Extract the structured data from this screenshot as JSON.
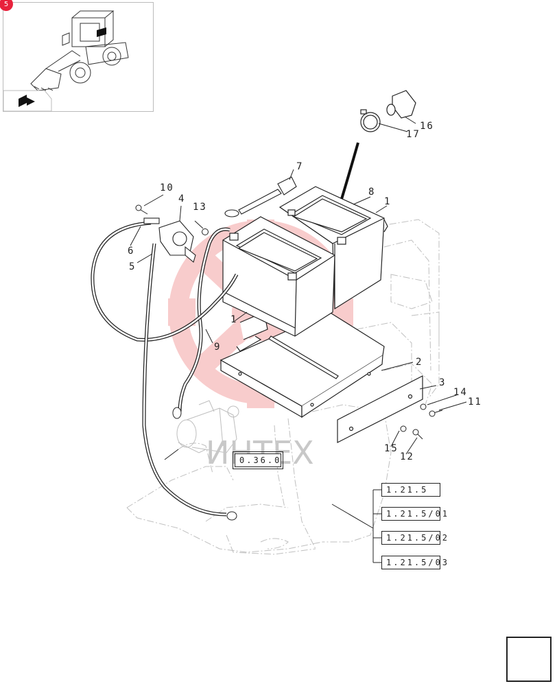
{
  "thumbnail": {
    "badge": "5",
    "icon": "wheel-loader-thumbnail"
  },
  "watermark": {
    "text": "ИНТЕХ",
    "color": "#f08080"
  },
  "callouts": {
    "c1a": "1",
    "c1b": "1",
    "c2": "2",
    "c3": "3",
    "c4": "4",
    "c5": "5",
    "c6": "6",
    "c7": "7",
    "c8": "8",
    "c9": "9",
    "c10": "10",
    "c11": "11",
    "c12": "12",
    "c13": "13",
    "c14": "14",
    "c15": "15",
    "c16": "16",
    "c17": "17"
  },
  "references": {
    "starter": "0.36.0",
    "group": [
      "1.21.5",
      "1.21.5/01",
      "1.21.5/02",
      "1.21.5/03"
    ]
  },
  "navigation": {
    "icon": "next-page-arrow-icon"
  }
}
